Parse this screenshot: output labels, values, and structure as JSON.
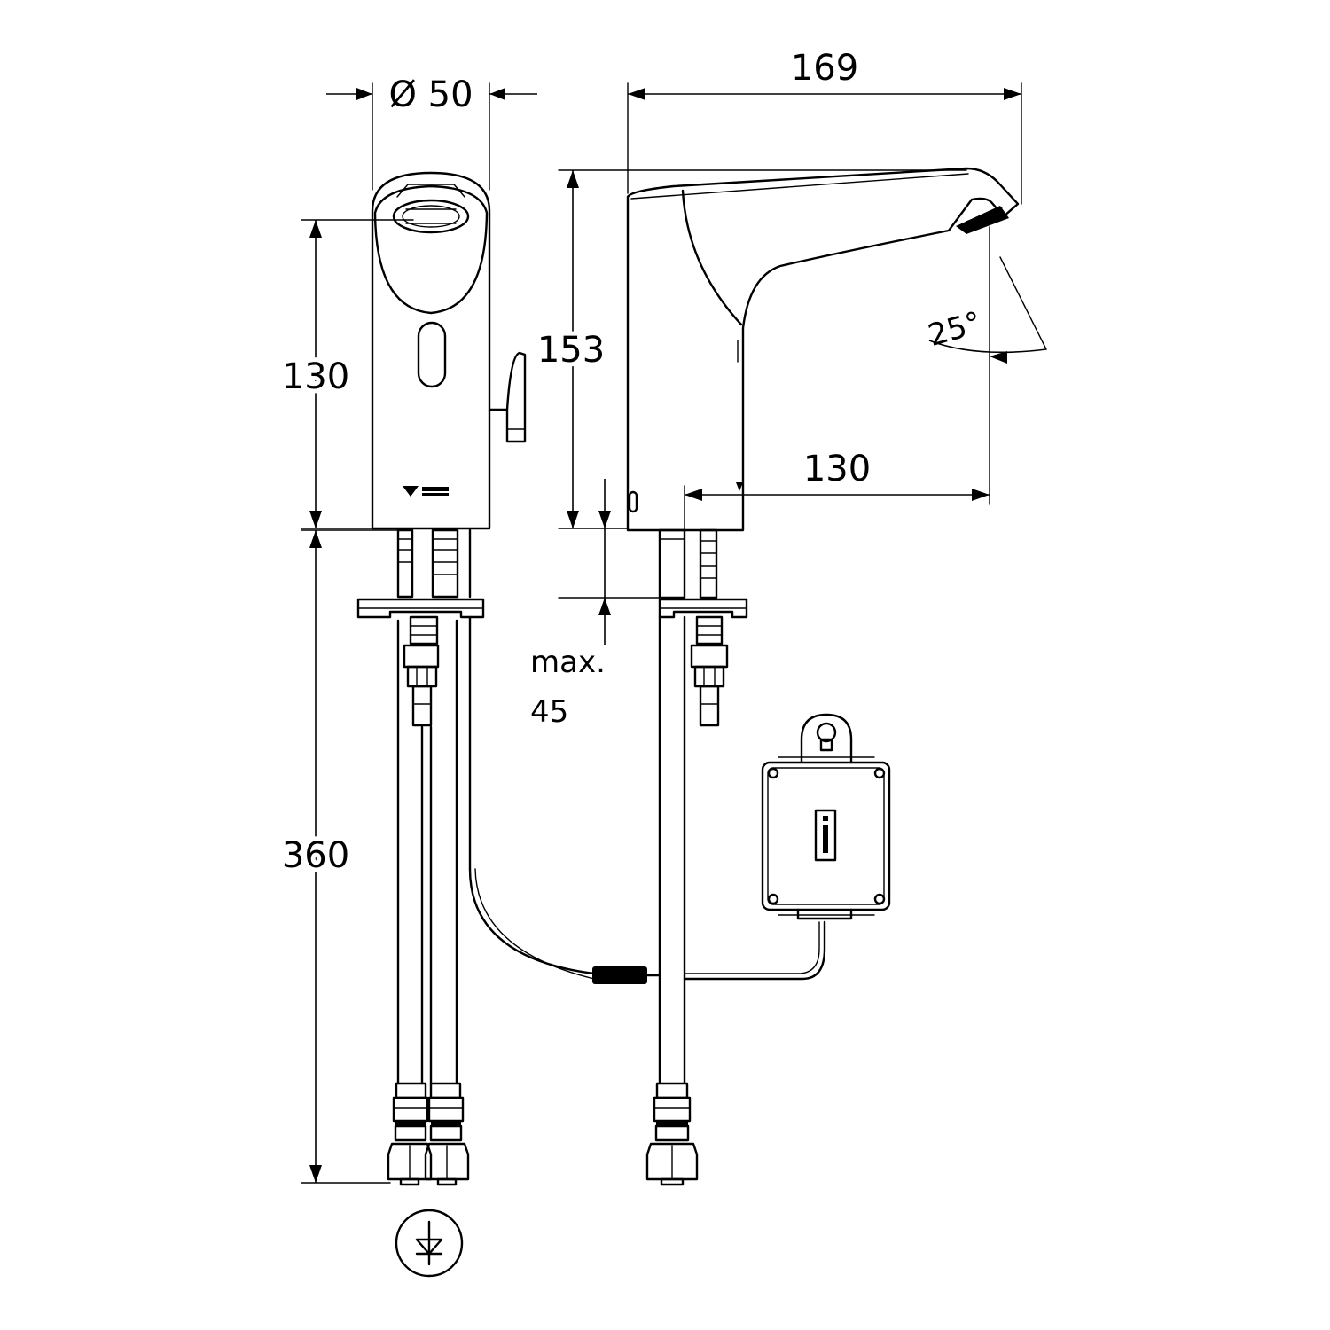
{
  "labels": {
    "diameter": "Ø 50",
    "length_total": "169",
    "height_front": "130",
    "height_side": "153",
    "reach": "130",
    "hose_length": "360",
    "angle": "25°",
    "deck_max_word": "max.",
    "deck_max_value": "45"
  },
  "icons": {
    "electric_box": "info-i-icon",
    "water_symbol": "water-supply-symbol-icon"
  }
}
